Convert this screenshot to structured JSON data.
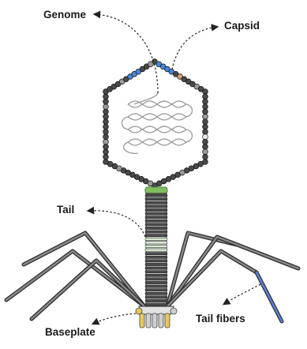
{
  "labels": {
    "genome": "Genome",
    "capsid": "Capsid",
    "tail": "Tail",
    "tail_fibers": "Tail fibers",
    "baseplate": "Baseplate"
  },
  "colors": {
    "capsid_bead": "#4a4a4a",
    "capsid_outline": "#1e1e1e",
    "genome_strand": "#9a9a9a",
    "tail_stripe": "#4a4a4a",
    "collar": "#7fbf5f",
    "tail_highlight": "#d9ead3",
    "fiber": "#5e5e5e",
    "fiber_tip": "#5b7fd6",
    "capsid_blue": "#4a86d8",
    "capsid_orange": "#d9a070",
    "baseplate_yellow": "#e8c95a",
    "baseplate_gray": "#d0d0d0",
    "arrow": "#222222"
  }
}
